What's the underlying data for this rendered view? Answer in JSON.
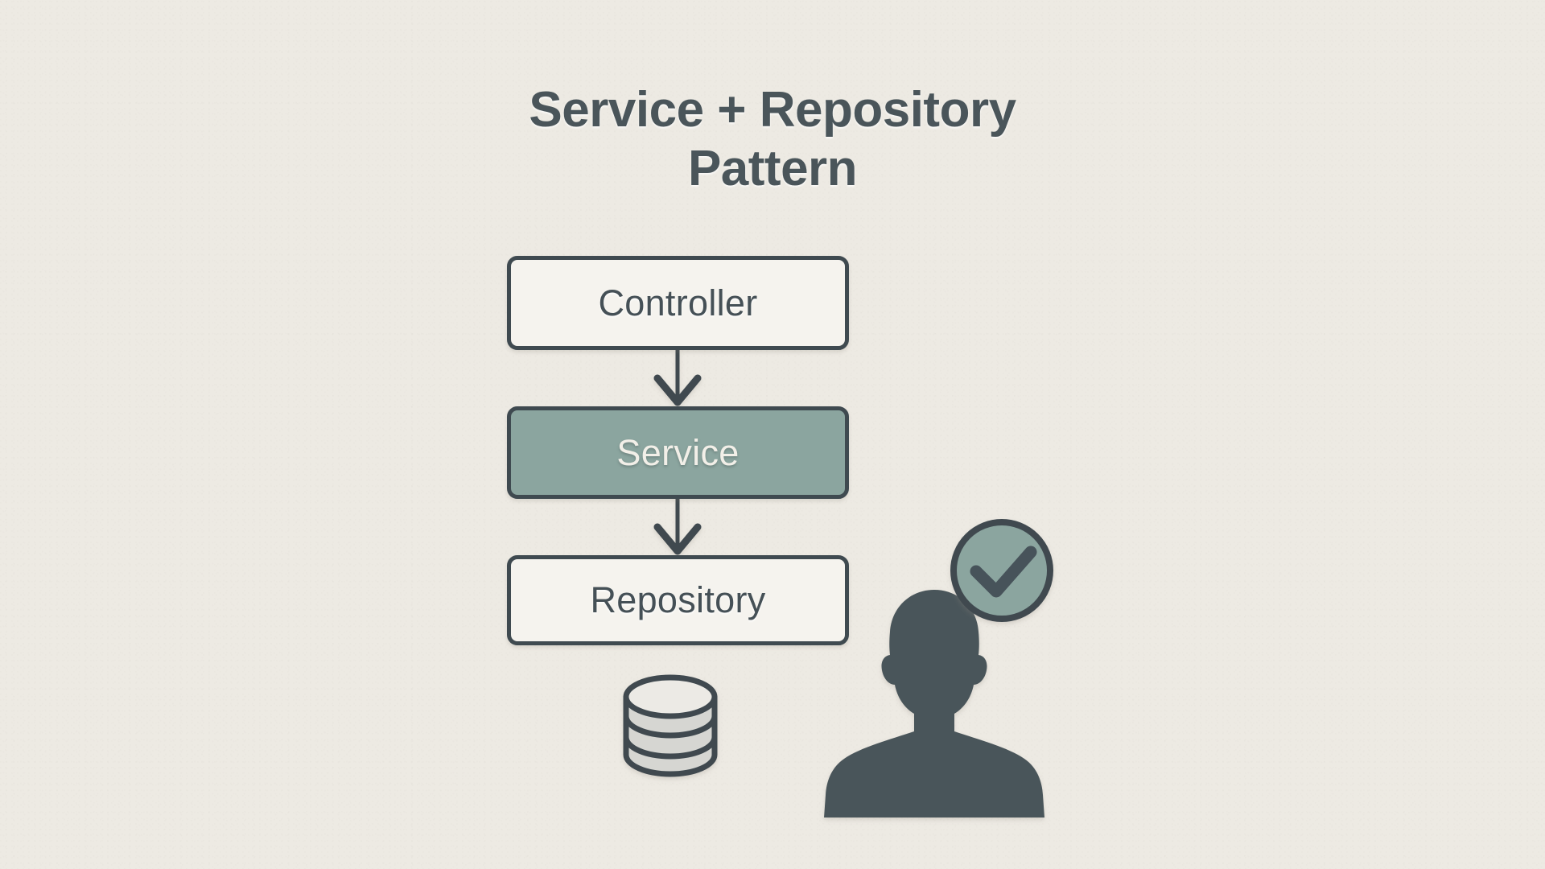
{
  "diagram": {
    "title_line1": "Service + Repository",
    "title_line2": "Pattern",
    "background_color": "#edeae3",
    "stroke_color": "#3f4a50",
    "accent_color": "#8ba59f",
    "text_color": "#455056",
    "box_fill_color": "#f5f3ee",
    "db_fill_color": "#d6d6d2",
    "nodes": [
      {
        "id": "controller",
        "label": "Controller",
        "style": "plain"
      },
      {
        "id": "service",
        "label": "Service",
        "style": "accent"
      },
      {
        "id": "repository",
        "label": "Repository",
        "style": "plain"
      }
    ],
    "connectors": [
      {
        "from": "controller",
        "to": "service",
        "arrowhead": true
      },
      {
        "from": "service",
        "to": "repository",
        "arrowhead": true
      },
      {
        "from": "repository",
        "to": "database",
        "arrowhead": false
      }
    ],
    "icons": [
      {
        "id": "database",
        "name": "database-cylinder-icon"
      },
      {
        "id": "user",
        "name": "user-silhouette-icon"
      },
      {
        "id": "check",
        "name": "check-circle-badge-icon"
      }
    ]
  }
}
